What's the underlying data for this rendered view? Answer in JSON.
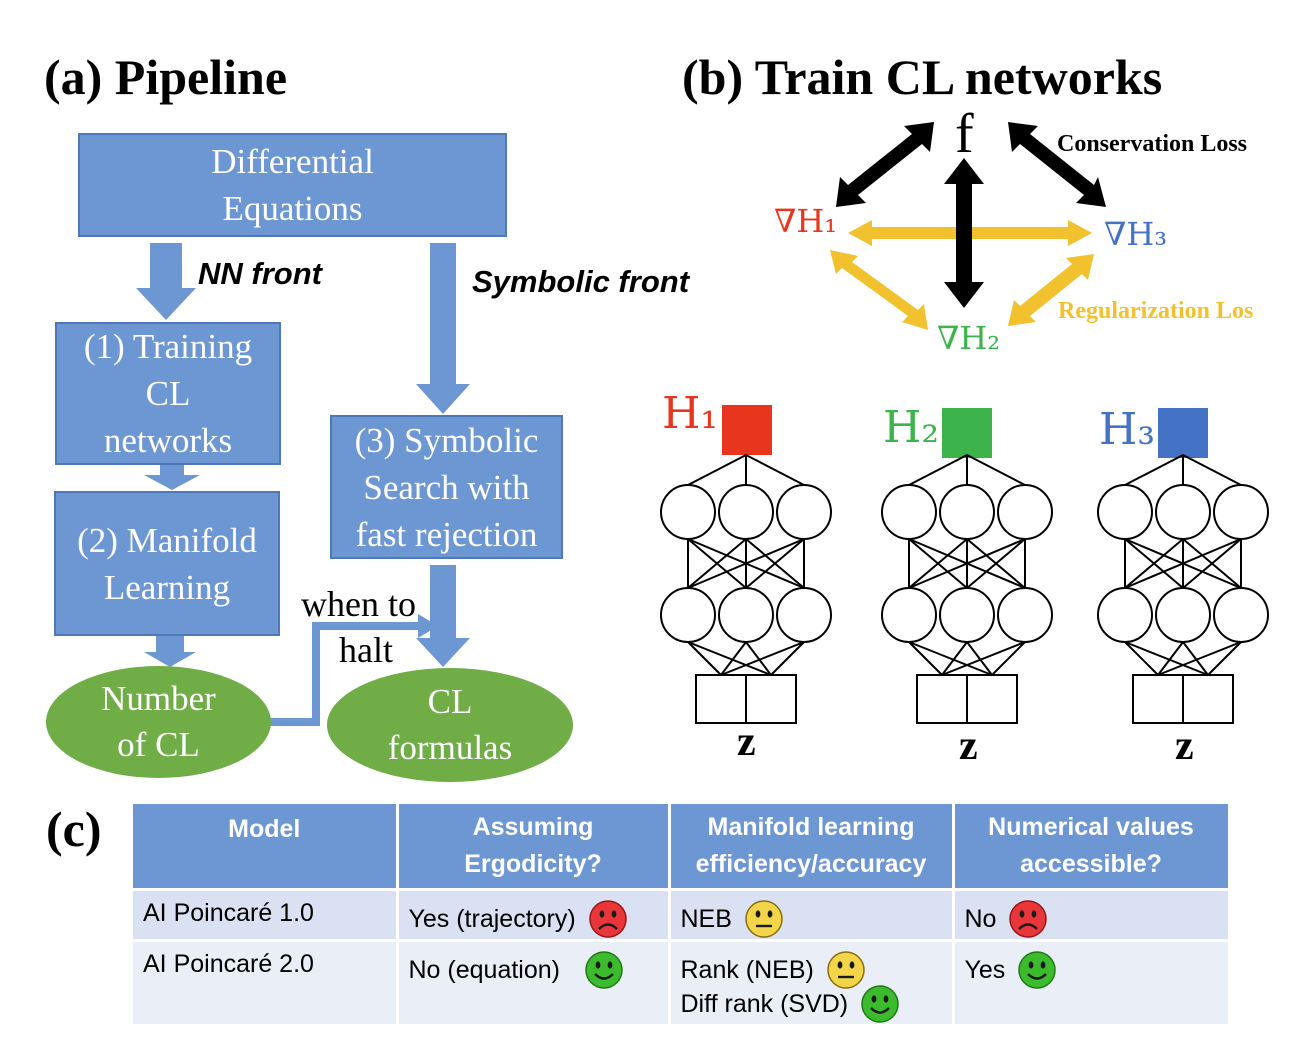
{
  "panel_a": {
    "title": "(a) Pipeline",
    "diff_eq": [
      "Differential",
      "Equations"
    ],
    "nn_front": "NN front",
    "symbolic_front": "Symbolic front",
    "training": [
      "(1) Training",
      "CL",
      "networks"
    ],
    "manifold": [
      "(2) Manifold",
      "Learning"
    ],
    "symbolic_search": [
      "(3) Symbolic",
      "Search with",
      "fast rejection"
    ],
    "when_to_halt": [
      "when to",
      "halt"
    ],
    "number_of_cl": [
      "Number",
      "of CL"
    ],
    "cl_formulas": [
      "CL",
      "formulas"
    ]
  },
  "panel_b": {
    "title": "(b) Train CL networks",
    "f_label": "f",
    "conservation_loss": "Conservation Loss",
    "regularization_loss": "Regularization Los",
    "grad_h1": "∇H₁",
    "grad_h2": "∇H₂",
    "grad_h3": "∇H₃",
    "networks": [
      {
        "label": "H₁",
        "color": "#e8361e",
        "input": "z"
      },
      {
        "label": "H₂",
        "color": "#3cb44b",
        "input": "z"
      },
      {
        "label": "H₃",
        "color": "#4472c4",
        "input": "z"
      }
    ]
  },
  "panel_c": {
    "label": "(c)",
    "headers": [
      "Model",
      "Assuming\nErgodicity?",
      "Manifold learning\nefficiency/accuracy",
      "Numerical values\naccessible?"
    ],
    "rows": [
      {
        "model": "AI Poincaré 1.0",
        "ergodicity": {
          "text": "Yes (trajectory)",
          "face": "sad"
        },
        "manifold": [
          {
            "text": "NEB",
            "face": "neutral"
          }
        ],
        "numerical": {
          "text": "No",
          "face": "sad"
        }
      },
      {
        "model": "AI Poincaré 2.0",
        "ergodicity": {
          "text": "No (equation)",
          "face": "happy"
        },
        "manifold": [
          {
            "text": "Rank (NEB)",
            "face": "neutral"
          },
          {
            "text": "Diff rank (SVD)",
            "face": "happy"
          }
        ],
        "numerical": {
          "text": "Yes",
          "face": "happy"
        }
      }
    ]
  },
  "colors": {
    "box_blue": "#6d97d3",
    "ellipse_green": "#70ad47",
    "arrow_yellow": "#f2c12e",
    "h1_red": "#e8361e",
    "h2_green": "#3cb44b",
    "h3_blue": "#4472c4"
  }
}
